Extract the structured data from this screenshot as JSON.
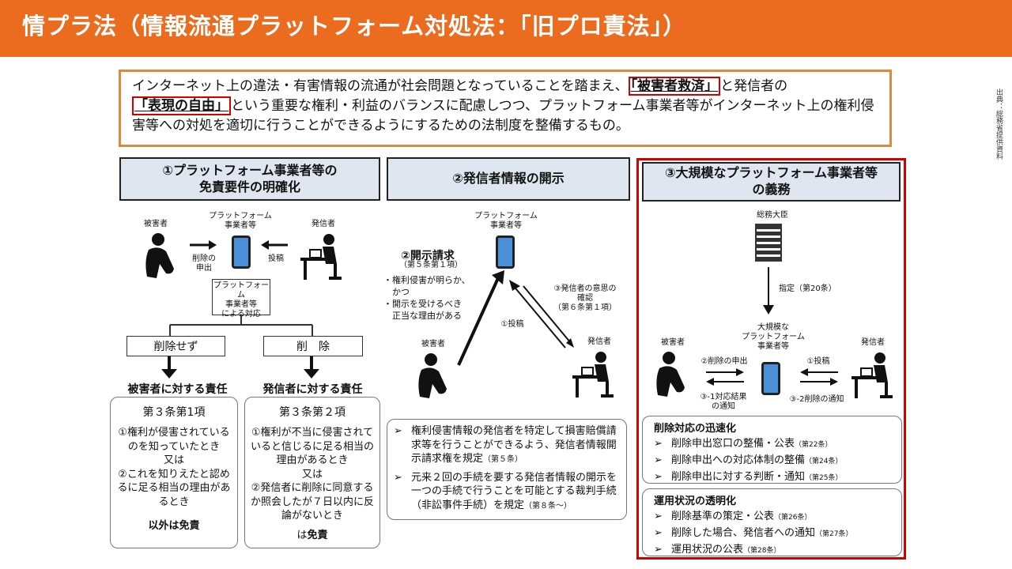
{
  "header": {
    "title": "情プラ法（情報流通プラットフォーム対処法：「旧プロ責法」）"
  },
  "source_note": "出典：総務省提供資料",
  "intro": {
    "text_1": "インターネット上の違法・有害情報の流通が社会問題となっていることを踏まえ、",
    "highlight_1": "「被害者救済」",
    "text_2": "と発信者の",
    "highlight_2": "「表現の自由」",
    "text_3": "という重要な権利・利益のバランスに配慮しつつ、プラットフォーム事業者等がインターネット上の権利侵害等への対処を適切に行うことができるようにするための法制度を整備するもの。"
  },
  "section1": {
    "title": "①プラットフォーム事業者等の\n免責要件の明確化",
    "victim": "被害者",
    "platform": "プラットフォーム\n事業者等",
    "sender": "発信者",
    "delete_request": "削除の\n申出",
    "post": "投稿",
    "response_box": "プラットフォーム\n事業者等\nによる対応",
    "no_delete": "削除せず",
    "delete": "削　除",
    "liability_victim": "被害者に対する責任",
    "liability_sender": "発信者に対する責任",
    "left_box": {
      "title": "第３条第1項",
      "body": "①権利が侵害されているのを知っていたとき\n又は\n②これを知りえたと認めるに足る相当の理由があるとき",
      "footer_pre": "以外",
      "footer_post": "は免責"
    },
    "right_box": {
      "title": "第３条第２項",
      "body": "①権利が不当に侵害されていると信じるに足る相当の理由があるとき\n又は\n②発信者に削除に同意するか照会したが７日以内に反論がないとき",
      "footer_pre": "は",
      "footer_post": "免責"
    }
  },
  "section2": {
    "title": "②発信者情報の開示",
    "platform": "プラットフォーム\n事業者等",
    "disclosure_request": "②開示請求",
    "disclosure_article": "（第５条第１項）",
    "conditions": "・権利侵害が明らか、\n　かつ\n・開示を受けるべき\n　正当な理由がある",
    "confirm": "③発信者の意思の\n確認\n（第６条第１項）",
    "post": "①投稿",
    "victim": "被害者",
    "sender": "発信者",
    "points": [
      {
        "text": "権利侵害情報の発信者を特定して損害賠償請求等を行うことができるよう、発信者情報開示請求権を規定",
        "ref": "（第５条）"
      },
      {
        "text": "元来２回の手続を要する発信者情報の開示を一つの手続で行うことを可能とする裁判手続（非訟事件手続）を規定",
        "ref": "（第８条～）"
      }
    ]
  },
  "section3": {
    "title": "③大規模なプラットフォーム事業者等\nの義務",
    "minister": "総務大臣",
    "designation": "指定（第20条）",
    "large_platform": "大規模な\nプラットフォーム\n事業者等",
    "victim": "被害者",
    "sender": "発信者",
    "delete_request": "②削除の申出",
    "post": "①投稿",
    "result_notice": "③-1対応結果\nの通知",
    "delete_notice": "③-2削除の通知",
    "speed": {
      "title": "削除対応の迅速化",
      "items": [
        {
          "text": "削除申出窓口の整備・公表",
          "ref": "（第22条）"
        },
        {
          "text": "削除申出への対応体制の整備",
          "ref": "（第24条）"
        },
        {
          "text": "削除申出に対する判断・通知",
          "ref": "（第25条）"
        }
      ]
    },
    "transparency": {
      "title": "運用状況の透明化",
      "items": [
        {
          "text": "削除基準の策定・公表",
          "ref": "（第26条）"
        },
        {
          "text": "削除した場合、発信者への通知",
          "ref": "（第27条）"
        },
        {
          "text": "運用状況の公表",
          "ref": "（第28条）"
        }
      ]
    }
  },
  "colors": {
    "header": "#ec6c1f",
    "highlight": "#d40000",
    "intro_border": "#d98b40",
    "section_head_bg": "#dfe6ef",
    "phone": "#4a90d9"
  },
  "icons": [
    "person-sitting-icon",
    "person-at-desk-icon",
    "smartphone-icon",
    "building-icon",
    "arrow-icon",
    "checkmark-bullet-icon"
  ]
}
